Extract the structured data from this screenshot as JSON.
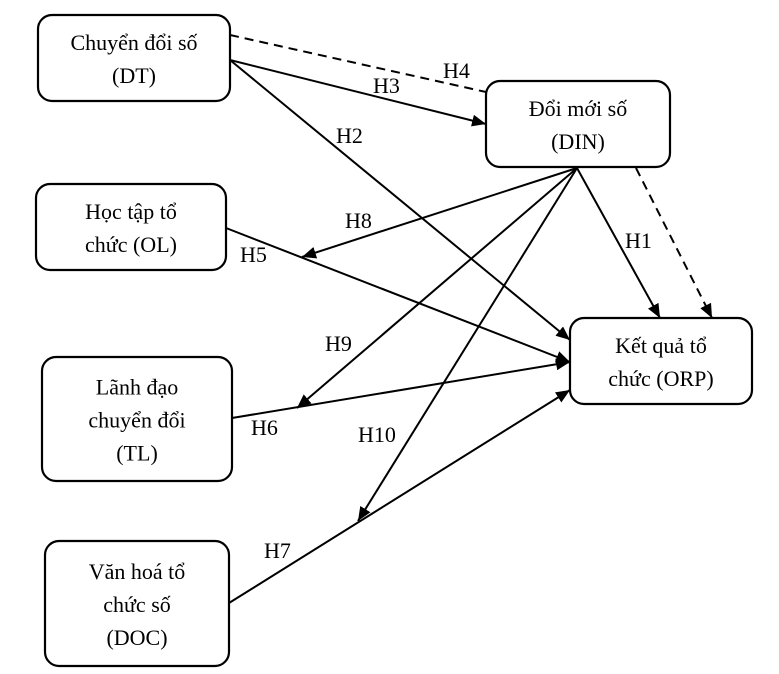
{
  "diagram": {
    "type": "research-model",
    "nodes": [
      {
        "id": "DT",
        "lines": [
          "Chuyển đổi số",
          "(DT)"
        ]
      },
      {
        "id": "DIN",
        "lines": [
          "Đổi mới số",
          "(DIN)"
        ]
      },
      {
        "id": "OL",
        "lines": [
          "Học tập tổ",
          "chức (OL)"
        ]
      },
      {
        "id": "ORP",
        "lines": [
          "Kết quả tổ",
          "chức (ORP)"
        ]
      },
      {
        "id": "TL",
        "lines": [
          "Lãnh đạo",
          "chuyển đổi",
          "(TL)"
        ]
      },
      {
        "id": "DOC",
        "lines": [
          "Văn hoá tổ",
          "chức số",
          "(DOC)"
        ]
      }
    ],
    "edges": [
      {
        "id": "H1",
        "label": "H1",
        "from": "DIN",
        "to": "ORP",
        "style": "solid"
      },
      {
        "id": "H2",
        "label": "H2",
        "from": "DT",
        "to": "ORP",
        "style": "solid"
      },
      {
        "id": "H3",
        "label": "H3",
        "from": "DT",
        "to": "DIN",
        "style": "solid"
      },
      {
        "id": "H4",
        "label": "H4",
        "from": "DT",
        "to": "ORP",
        "via": "DIN",
        "style": "dashed"
      },
      {
        "id": "H5",
        "label": "H5",
        "from": "OL",
        "to": "ORP",
        "style": "solid"
      },
      {
        "id": "H6",
        "label": "H6",
        "from": "TL",
        "to": "ORP",
        "style": "solid"
      },
      {
        "id": "H7",
        "label": "H7",
        "from": "DOC",
        "to": "ORP",
        "style": "solid"
      },
      {
        "id": "H8",
        "label": "H8",
        "from": "DIN",
        "to": "H5",
        "style": "solid",
        "moderating": true
      },
      {
        "id": "H9",
        "label": "H9",
        "from": "DIN",
        "to": "H6",
        "style": "solid",
        "moderating": true
      },
      {
        "id": "H10",
        "label": "H10",
        "from": "DIN",
        "to": "H7",
        "style": "solid",
        "moderating": true
      }
    ]
  }
}
